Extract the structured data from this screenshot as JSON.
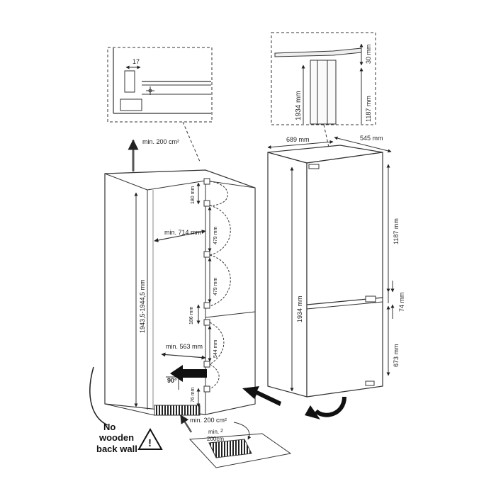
{
  "detail_left": {
    "dim": "17"
  },
  "detail_right": {
    "height_label": "1934 mm",
    "top_gap": "30 mm",
    "upper_height": "1187 mm"
  },
  "niche": {
    "vent_top": "min. 200 cm²",
    "height": "1943,5-1944,5 mm",
    "depth": "min. 714 mm",
    "lower_depth": "min. 563 mm",
    "angle": "90°",
    "hinge_1": "180 mm",
    "hinge_2": "479 mm",
    "hinge_3": "479 mm",
    "hinge_4": "186 mm",
    "hinge_5": "544 mm",
    "hinge_6": "76 mm",
    "vent_bottom": "min. 200 cm²",
    "grille_label_1": "min.",
    "grille_label_2": "2",
    "grille_label_3": "200cm"
  },
  "warning": {
    "line1": "No",
    "line2": "wooden",
    "line3": "back wall"
  },
  "appliance": {
    "width": "689 mm",
    "depth": "545 mm",
    "upper": "1187 mm",
    "total": "1934 mm",
    "gap": "74 mm",
    "lower": "673 mm"
  }
}
